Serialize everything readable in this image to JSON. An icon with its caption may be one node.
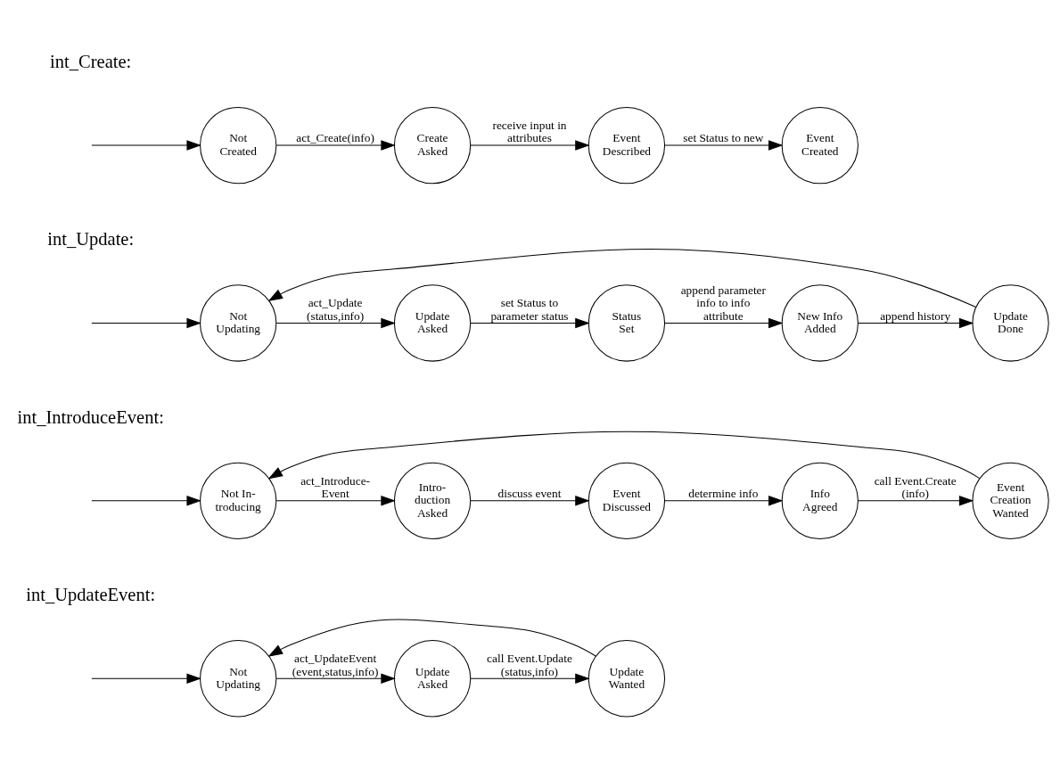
{
  "diagram": {
    "nodes": [
      {
        "text": [
          "Not Created"
        ]
      },
      {
        "text": [
          "Create Asked"
        ]
      },
      {
        "text": [
          "Event Described"
        ]
      },
      {
        "text": [
          "Event Created"
        ]
      },
      {
        "text": [
          "Not Updating"
        ]
      },
      {
        "text": [
          "Update Asked"
        ]
      },
      {
        "text": [
          "Status Set"
        ]
      },
      {
        "text": [
          "New Info Added"
        ]
      },
      {
        "text": [
          "Update Done"
        ]
      },
      {
        "text": [
          "Not In- troducing"
        ]
      },
      {
        "text": [
          "Intro- duction Asked"
        ]
      },
      {
        "text": [
          "Event Discussed"
        ]
      },
      {
        "text": [
          "Info Agreed"
        ]
      },
      {
        "text": [
          "Event Creation Wanted"
        ]
      },
      {
        "text": [
          "Not Updating"
        ]
      },
      {
        "text": [
          "Update Asked"
        ]
      },
      {
        "text": [
          "Update Wanted"
        ]
      }
    ],
    "edges": [
      {
        "from": null,
        "to": 0,
        "arrow": "to"
      },
      {
        "from": 0,
        "to": 1,
        "arrow": "to",
        "label": "act_Create(info)"
      },
      {
        "from": 1,
        "to": 2,
        "arrow": "to",
        "label": "receive input in attributes"
      },
      {
        "from": 2,
        "to": 3,
        "arrow": "to",
        "label": "set Status to new"
      },
      {
        "from": null,
        "to": 4,
        "arrow": "to"
      },
      {
        "from": 4,
        "to": 5,
        "arrow": "to",
        "label": "act_Update (status,info)"
      },
      {
        "from": 5,
        "to": 6,
        "arrow": "to",
        "label": "set Status to parameter status"
      },
      {
        "from": 6,
        "to": 7,
        "arrow": "to",
        "label": "append parameter info to info attribute"
      },
      {
        "from": 7,
        "to": 8,
        "arrow": "to",
        "label": "append history"
      },
      {
        "from": 8,
        "to": 4,
        "arrow": "to"
      },
      {
        "from": null,
        "to": 9,
        "arrow": "to"
      },
      {
        "from": 9,
        "to": 10,
        "arrow": "to",
        "label": "act_Introduce- Event"
      },
      {
        "from": 10,
        "to": 11,
        "arrow": "to",
        "label": "discuss event"
      },
      {
        "from": 11,
        "to": 12,
        "arrow": "to",
        "label": "determine info"
      },
      {
        "from": 12,
        "to": 13,
        "arrow": "to",
        "label": "call Event.Create (info)"
      },
      {
        "from": 13,
        "to": 9,
        "arrow": "to"
      },
      {
        "from": null,
        "to": 14,
        "arrow": "to"
      },
      {
        "from": 14,
        "to": 15,
        "arrow": "to",
        "label": "act_UpdateEvent (event,status,info)"
      },
      {
        "from": 15,
        "to": 16,
        "arrow": "to",
        "label": "call Event.Update (status,info)"
      },
      {
        "from": 16,
        "to": 14,
        "arrow": "to"
      }
    ],
    "labels": [
      "int_Create:",
      "int_Update:",
      "int_IntroduceEvent:",
      "int_UpdateEvent:"
    ]
  }
}
